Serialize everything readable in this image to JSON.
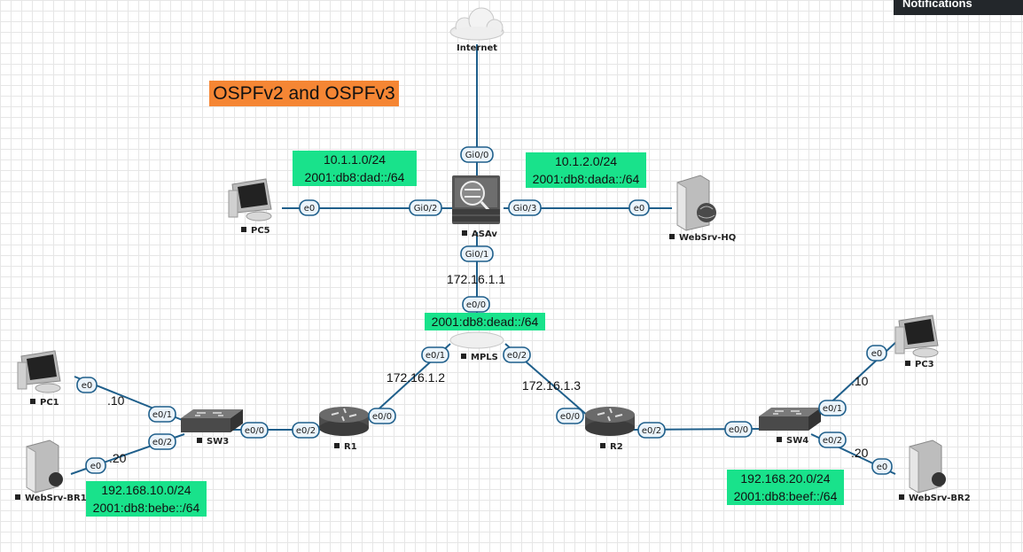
{
  "notifications": {
    "label": "Notifications"
  },
  "title": "OSPFv2 and OSPFv3",
  "nodes": {
    "internet": "Internet",
    "asav": "ASAv",
    "pc5": "PC5",
    "websrv_hq": "WebSrv-HQ",
    "mpls": "MPLS",
    "r1": "R1",
    "r2": "R2",
    "sw3": "SW3",
    "sw4": "SW4",
    "pc1": "PC1",
    "pc3": "PC3",
    "websrv_br1": "WebSrv-BR1",
    "websrv_br2": "WebSrv-BR2"
  },
  "interfaces": {
    "asav_gi00": "Gi0/0",
    "asav_gi02": "Gi0/2",
    "asav_gi03": "Gi0/3",
    "asav_gi01": "Gi0/1",
    "pc5_e0": "e0",
    "hq_e0": "e0",
    "mpls_e00": "e0/0",
    "mpls_e01": "e0/1",
    "mpls_e02": "e0/2",
    "r1_e00": "e0/0",
    "r1_e02": "e0/2",
    "sw3_e00": "e0/0",
    "sw3_e01": "e0/1",
    "sw3_e02": "e0/2",
    "pc1_e0": "e0",
    "br1_e0": "e0",
    "r2_e00": "e0/0",
    "r2_e02": "e0/2",
    "sw4_e00": "e0/0",
    "sw4_e01": "e0/1",
    "sw4_e02": "e0/2",
    "pc3_e0": "e0",
    "br2_e0": "e0"
  },
  "ip_labels": {
    "asav_gi01": "172.16.1.1",
    "r1_e01": "172.16.1.2",
    "r2_e02": "172.16.1.3",
    "pc1": ".10",
    "br1": ".20",
    "pc3": ".10",
    "br2": ".20"
  },
  "subnets": {
    "left_v4": "10.1.1.0/24",
    "left_v6": "2001:db8:dad::/64",
    "right_v4": "10.1.2.0/24",
    "right_v6": "2001:db8:dada::/64",
    "mpls_v6": "2001:db8:dead::/64",
    "br1_v4": "192.168.10.0/24",
    "br1_v6": "2001:db8:bebe::/64",
    "br2_v4": "192.168.20.0/24",
    "br2_v6": "2001:db8:beef::/64"
  },
  "colors": {
    "link": "#1f5f8b",
    "subnet_box": "#19e28b",
    "title_bg": "#f58634",
    "notif_bg": "#23272b"
  }
}
